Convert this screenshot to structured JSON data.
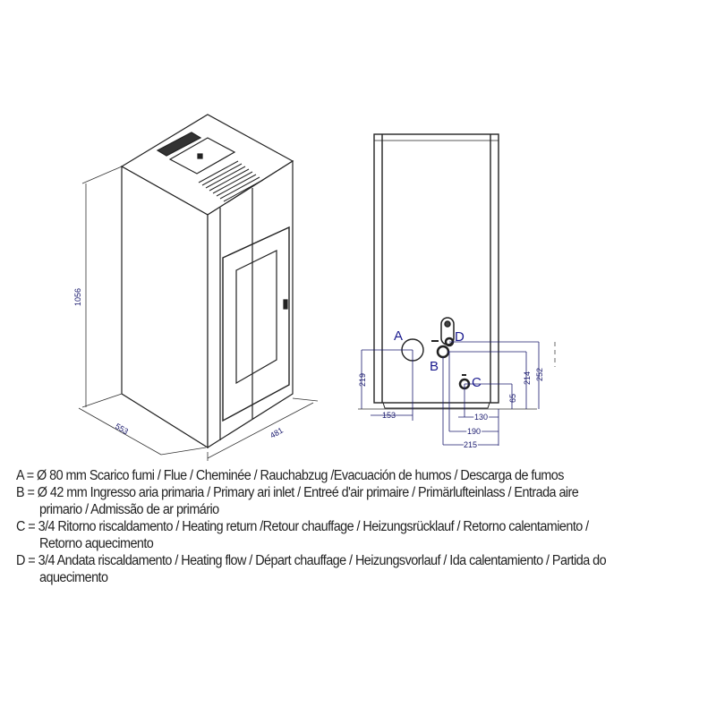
{
  "views": {
    "isometric": {
      "dimensions": {
        "height": "1056",
        "depth": "553",
        "width": "481"
      }
    },
    "rear": {
      "labels": {
        "a": "A",
        "b": "B",
        "c": "C",
        "d": "D"
      },
      "dimensions": {
        "a_height": "219",
        "a_offset": "153",
        "c_height": "65",
        "b_height": "214",
        "d_height": "252",
        "c_offset": "130",
        "b_offset": "190",
        "d_offset": "215"
      }
    }
  },
  "legend": [
    {
      "line1": "A = Ø 80 mm Scarico fumi / Flue / Cheminée / Rauchabzug /Evacuación de humos / Descarga de fumos",
      "line2": ""
    },
    {
      "line1": "B = Ø 42 mm Ingresso aria primaria / Primary ari inlet / Entreé d'air primaire / Primärlufteinlass / Entrada aire",
      "line2": "primario / Admissão de ar primário"
    },
    {
      "line1": "C = 3/4  Ritorno riscaldamento / Heating return /Retour chauffage / Heizungsrücklauf / Retorno calentamiento /",
      "line2": "Retorno aquecimento"
    },
    {
      "line1": "D = 3/4 Andata riscaldamento / Heating flow / Départ chauffage / Heizungsvorlauf / Ida calentamiento / Partida do",
      "line2": "aquecimento"
    }
  ]
}
